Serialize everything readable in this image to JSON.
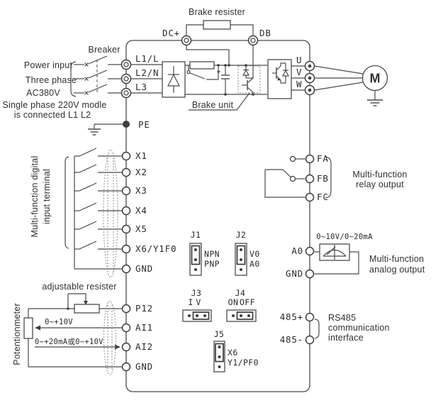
{
  "colors": {
    "line": "#4a4a4a",
    "text": "#303030",
    "background": "#ffffff"
  },
  "brake": {
    "resistor_label": "Brake resister",
    "unit_label": "Brake unit"
  },
  "top_terminals": {
    "dc_plus": "DC+",
    "db": "DB"
  },
  "power_input": {
    "breaker": "Breaker",
    "line1": "Power input",
    "line2": "Three phase",
    "line3": "AC380V",
    "note1": "Single phase 220V modle",
    "note2": "is connected L1 L2",
    "pe": "PE"
  },
  "input_terminals": {
    "l1": "L1/L",
    "l2": "L2/N",
    "l3": "L3"
  },
  "output_terminals": {
    "u": "U",
    "v": "V",
    "w": "W"
  },
  "motor": {
    "label": "M"
  },
  "digital_input": {
    "caption_line1": "Multi-function digital",
    "caption_line2": "input terminal",
    "x1": "X1",
    "x2": "X2",
    "x3": "X3",
    "x4": "X4",
    "x5": "X5",
    "x6": "X6/Y1F0",
    "gnd": "GND"
  },
  "analog_input": {
    "caption": "adjustable resister",
    "potentiometer": "Potentionmeter",
    "ai1_range": "0~+10V",
    "ai2_range": "0~+20mA或0~+10V",
    "p12": "P12",
    "ai1": "AI1",
    "ai2": "AI2",
    "gnd": "GND"
  },
  "jumpers": {
    "j1": {
      "name": "J1",
      "top": "NPN",
      "bottom": "PNP"
    },
    "j2": {
      "name": "J2",
      "top": "V0",
      "bottom": "A0"
    },
    "j3": {
      "name": "J3",
      "left": "I",
      "right": "V"
    },
    "j4": {
      "name": "J4",
      "left": "ON",
      "right": "OFF"
    },
    "j5": {
      "name": "J5",
      "top": "X6",
      "bottom": "Y1/PF0"
    }
  },
  "relay_output": {
    "fa": "FA",
    "fb": "FB",
    "fc": "FC",
    "caption_line1": "Multi-function",
    "caption_line2": "relay output"
  },
  "analog_output": {
    "a0": "A0",
    "gnd": "GND",
    "range": "0~10V/0~20mA",
    "caption_line1": "Multi-function",
    "caption_line2": "analog output"
  },
  "rs485": {
    "plus": "485+",
    "minus": "485-",
    "caption_line1": "RS485",
    "caption_line2": "communication",
    "caption_line3": "interface"
  }
}
